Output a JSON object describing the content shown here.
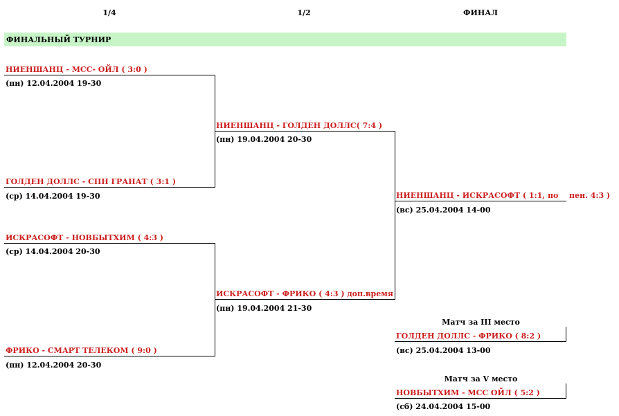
{
  "headers": {
    "quarter": "1/4",
    "semi": "1/2",
    "final": "ФИНАЛ"
  },
  "tournament_title": "ФИНАЛЬНЫЙ ТУРНИР",
  "quarterfinals": [
    {
      "match": "НИЕНШАНЦ - МСС- ОЙЛ  ( 3:0 )",
      "date": "(пн) 12.04.2004 19-30"
    },
    {
      "match": "ГОЛДЕН ДОЛЛС - СПН ГРАНАТ  ( 3:1 )",
      "date": "(ср) 14.04.2004 19-30"
    },
    {
      "match": "ИСКРАСОФТ - НОВБЫТХИМ ( 4:3 )",
      "date": "(ср) 14.04.2004 20-30"
    },
    {
      "match": "ФРИКО - СМАРТ ТЕЛЕКОМ  ( 9:0 )",
      "date": "(пн) 12.04.2004 20-30"
    }
  ],
  "semifinals": [
    {
      "match": "НИЕНШАНЦ - ГОЛДЕН ДОЛЛС( 7:4 )",
      "date": "(пн) 19.04.2004 20-30"
    },
    {
      "match": "ИСКРАСОФТ - ФРИКО ( 4:3 ) доп.время",
      "date": "(пн) 19.04.2004 21-30"
    }
  ],
  "final": {
    "match": "НИЕНШАНЦ - ИСКРАСОФТ ( 1:1, по",
    "penalty": "пен. 4:3 )",
    "date": "(вс) 25.04.2004 14-00"
  },
  "third_place": {
    "caption": "Матч за III место",
    "match": "ГОЛДЕН ДОЛЛС - ФРИКО  ( 8:2 )",
    "date": "(вс) 25.04.2004 13-00"
  },
  "fifth_place": {
    "caption": "Матч за V место",
    "match": "НОВБЫТХИМ - МСС ОЙЛ  ( 5:2 )",
    "date": "(сб) 24.04.2004 15-00"
  }
}
